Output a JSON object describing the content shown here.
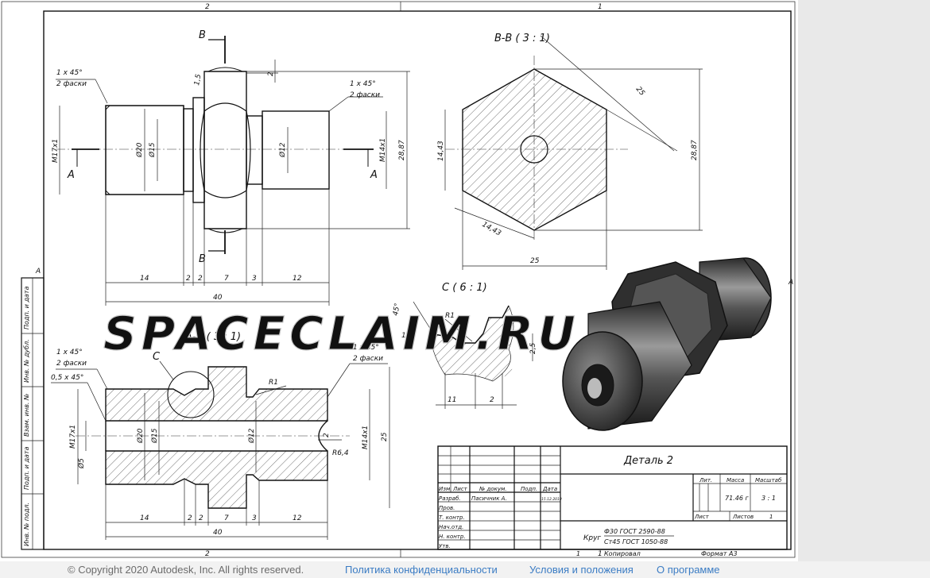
{
  "frame": {
    "zone_top_left": "2",
    "zone_top_right": "1",
    "zone_bottom": "2",
    "zone_bottom_right": "1",
    "zone_right": "A",
    "zone_left": "A"
  },
  "left_strip": {
    "row1": "Подп. и дата",
    "row2": "Инв. № дубл.",
    "row3": "Взам. инв. №",
    "row4": "Подп. и дата",
    "row5": "Инв. № подл."
  },
  "top_view": {
    "chamfer_left_1": "1 x 45°",
    "chamfer_left_2": "2 фаски",
    "chamfer_right_1": "1 x 45°",
    "chamfer_right_2": "2 фаски",
    "section_b": "B",
    "section_a": "A",
    "thread_left": "M17x1",
    "dia20": "Ø20",
    "dia15": "Ø15",
    "dia12": "Ø12",
    "thread_right": "M14x1",
    "dim_2887": "28,87",
    "dim_15": "1,5",
    "dim_2": "2",
    "dims_bottom": [
      "14",
      "2",
      "2",
      "7",
      "3",
      "12"
    ],
    "dim_40": "40"
  },
  "view_bb": {
    "title": "B-B ( 3 : 1)",
    "dim_25_diag": "25",
    "dim_1443_v": "14,43",
    "dim_2887": "28,87",
    "dim_1443_d": "14,43",
    "dim_25": "25"
  },
  "view_c": {
    "title": "C ( 6 : 1)",
    "r1": "R1",
    "angle": "45°",
    "dim_1": "1",
    "dim_25": "2,5",
    "dim_11": "11",
    "dim_2": "2"
  },
  "section_aa": {
    "title": "A-A ( 3 : 1)",
    "chamfer_l1": "1 x 45°",
    "chamfer_l2": "2 фаски",
    "chamfer_l3": "0,5 x 45°",
    "chamfer_r1": "1 x 45°",
    "chamfer_r2": "2 фаски",
    "callout_c": "C",
    "r1": "R1",
    "r64": "R6,4",
    "thread_left": "M17x1",
    "dia20": "Ø20",
    "dia15": "Ø15",
    "dia5": "Ø5",
    "dia12": "Ø12",
    "thread_right": "M14x1",
    "dim_2": "2",
    "dim_25": "25",
    "dims_bottom": [
      "14",
      "2",
      "2",
      "7",
      "3",
      "12"
    ],
    "dim_40": "40"
  },
  "title_block": {
    "part_name": "Деталь 2",
    "col_izm": "Изм.",
    "col_list": "Лист",
    "col_ndok": "№ докум.",
    "col_podp": "Подп.",
    "col_data": "Дата",
    "row_razrab": "Разраб.",
    "razrab_name": "Пасичник А.",
    "razrab_date": "15.12.2019",
    "row_prov": "Пров.",
    "row_tkontr": "Т. контр.",
    "row_nachotd": "Нач.отд.",
    "row_nkontr": "Н. контр.",
    "row_utv": "Утв.",
    "hdr_lit": "Лит.",
    "hdr_massa": "Масса",
    "hdr_masshtab": "Масштаб",
    "massa": "71.46 г",
    "masshtab": "3 : 1",
    "list_label": "Лист",
    "listov_label": "Листов",
    "listov_value": "1",
    "material_prefix": "Круг",
    "material_top": "Ф30 ГОСТ 2590-88",
    "material_bottom": "Ст45 ГОСТ 1050-88",
    "kopiroval": "Копировал",
    "kop_num": "1",
    "format": "Формат А3"
  },
  "watermark": "SPACECLAIM.RU",
  "footer": {
    "copyright": "© Copyright 2020 Autodesk, Inc. All rights reserved.",
    "link_privacy": "Политика конфиденциальности",
    "link_terms": "Условия и положения",
    "link_about": "О программе"
  },
  "colors": {
    "ink": "#111111",
    "link": "#3b7cc4",
    "footer_bg": "#f2f2f2",
    "strip_bg": "#e9e9e9"
  }
}
